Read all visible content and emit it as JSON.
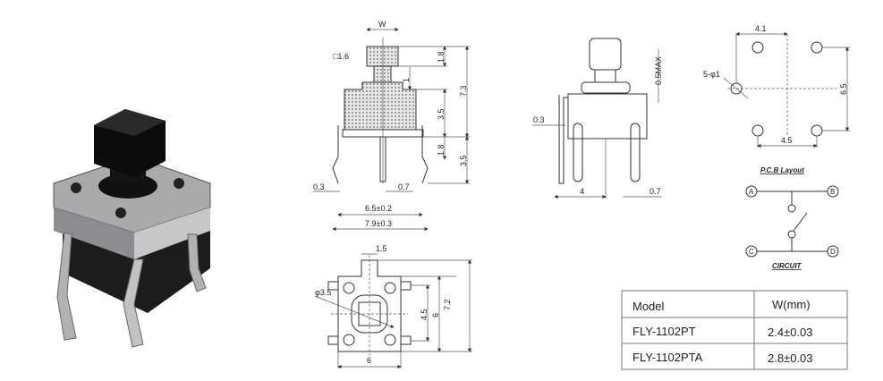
{
  "front_view": {
    "w": "W",
    "stem_square": "□1.6",
    "stem_height": "1.8",
    "dim_1": "1",
    "total_height": "7.3",
    "body_height": "3.5",
    "leg_offset": "1.8",
    "leg_length": "3.5",
    "leg_thickness": "0.3",
    "center_pin": "0.7",
    "pitch": "6.5±0.2",
    "overall_width": "7.9±0.3"
  },
  "side_view": {
    "max": "0.5MAX",
    "leg_thickness": "0.3",
    "pitch": "4",
    "pin_width": "0.7"
  },
  "pcb_layout": {
    "title": "P.C.B Layout",
    "horiz_top": "4.1",
    "holes": "5-φ1",
    "vertical": "6.5",
    "horiz_bottom": "4.5"
  },
  "circuit": {
    "title": "CIRCUIT",
    "nodes": [
      "A",
      "B",
      "C",
      "D"
    ]
  },
  "bottom_view": {
    "tab": "1.5",
    "diameter": "φ3.5",
    "inner": "4.5",
    "body": "6",
    "overall": "7.2",
    "width": "6"
  },
  "table": {
    "headers": [
      "Model",
      "W(mm)"
    ],
    "rows": [
      [
        "FLY-1102PT",
        "2.4±0.03"
      ],
      [
        "FLY-1102PTA",
        "2.8±0.03"
      ]
    ]
  }
}
